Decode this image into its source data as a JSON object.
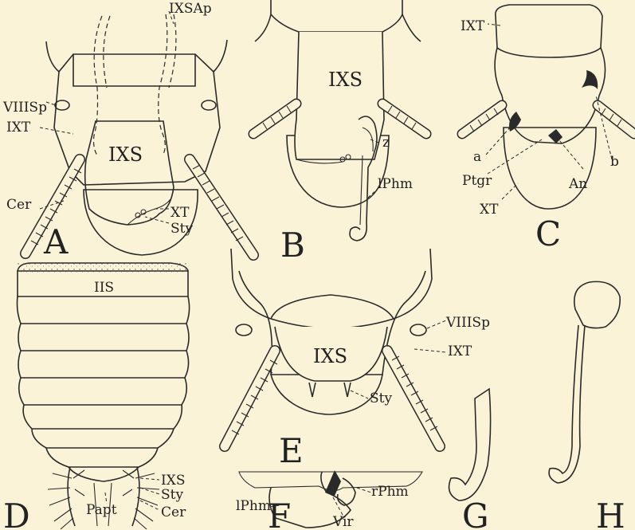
{
  "panels": {
    "A": {
      "letter": "A",
      "labels": {
        "ixsap": "IXSAp",
        "viiisp": "VIIISp",
        "ixt": "IXT",
        "ixs": "IXS",
        "cer": "Cer",
        "xt": "XT",
        "sty": "Sty"
      }
    },
    "B": {
      "letter": "B",
      "labels": {
        "ixs": "IXS",
        "z": "z",
        "lphm": "lPhm"
      }
    },
    "C": {
      "letter": "C",
      "labels": {
        "ixt": "IXT",
        "a": "a",
        "b": "b",
        "ptgr": "Ptgr",
        "an": "An",
        "xt": "XT"
      }
    },
    "D": {
      "letter": "D",
      "labels": {
        "iis": "IIS",
        "ixs": "IXS",
        "sty": "Sty",
        "papt": "Papt",
        "cer": "Cer"
      }
    },
    "E": {
      "letter": "E",
      "labels": {
        "viiisp": "VIIISp",
        "ixt": "IXT",
        "ixs": "IXS",
        "sty": "Sty"
      }
    },
    "F": {
      "letter": "F",
      "labels": {
        "rphm": "rPhm",
        "lphm": "lPhm",
        "vir": "Vir"
      }
    },
    "G": {
      "letter": "G"
    },
    "H": {
      "letter": "H"
    }
  }
}
